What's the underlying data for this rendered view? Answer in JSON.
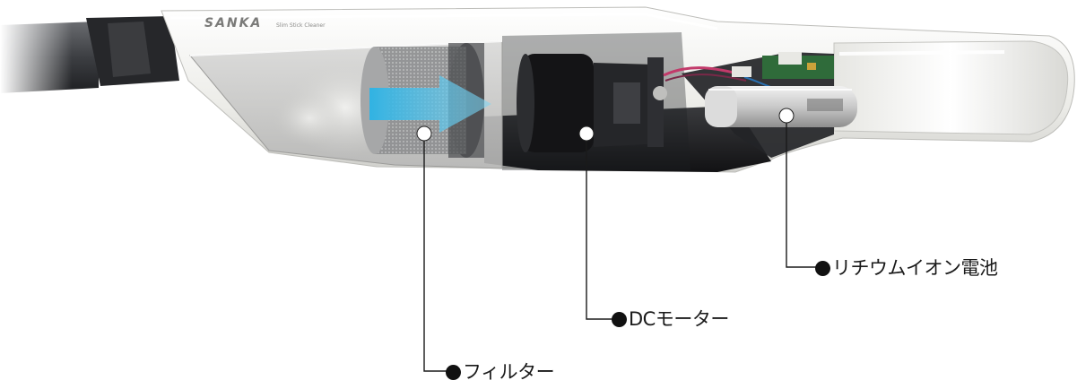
{
  "brand": {
    "name": "SANKA",
    "product": "Slim Stick Cleaner"
  },
  "callouts": [
    {
      "id": "filter",
      "text": "フィルター"
    },
    {
      "id": "motor",
      "text": "DCモーター"
    },
    {
      "id": "battery",
      "text": "リチウムイオン電池"
    }
  ],
  "colors": {
    "body_white": "#f2f2ef",
    "body_dark": "#1b1b1d",
    "airflow_arrow": "#2ab3e6",
    "leader_line": "#1a1a1a"
  }
}
